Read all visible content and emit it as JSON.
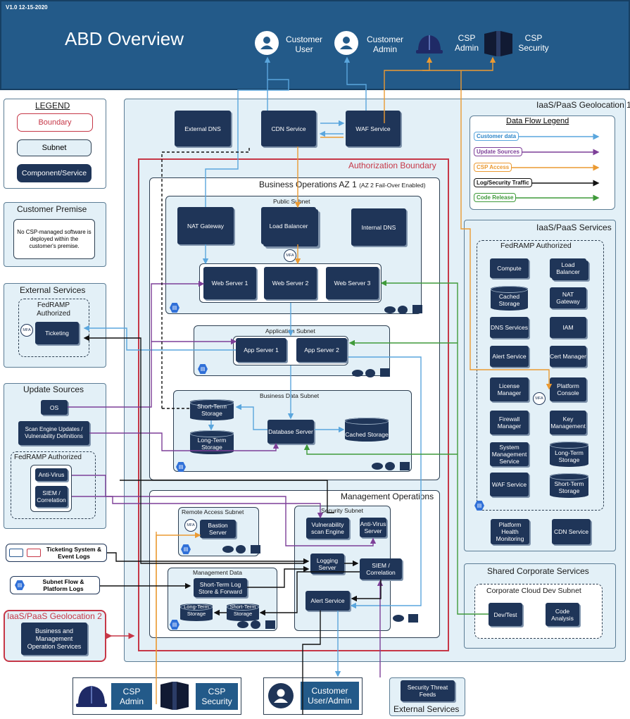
{
  "header": {
    "version": "V1.0 12-15-2020",
    "title": "ABD Overview",
    "actors": [
      {
        "label": "Customer User",
        "icon": "user-icon"
      },
      {
        "label": "Customer Admin",
        "icon": "user-icon"
      },
      {
        "label": "CSP Admin",
        "icon": "hard-hat-icon"
      },
      {
        "label": "CSP Security",
        "icon": "shield-icon"
      }
    ]
  },
  "legend": {
    "title": "LEGEND",
    "boundary": "Boundary",
    "subnet": "Subnet",
    "component": "Component/Service"
  },
  "customer_premise": {
    "title": "Customer Premise",
    "note": "No CSP-managed software is deployed within the customer's premise."
  },
  "external_services": {
    "title": "External Services",
    "fedramp": "FedRAMP Authorized",
    "ticketing": "Ticketing"
  },
  "update_sources": {
    "title": "Update Sources",
    "os": "OS",
    "scan_engine": "Scan Engine Updates / Vulnerability Definitions",
    "fedramp": "FedRAMP Authorized",
    "antivirus": "Anti-Virus",
    "siem": "SIEM / Correlation"
  },
  "side_legends": {
    "ticketing": "Ticketing System & Event Logs",
    "subnet_flow": "Subnet Flow & Platform Logs"
  },
  "geo2": {
    "title": "IaaS/PaaS Geolocation 2",
    "component": "Business and Management Operation Services"
  },
  "geo1": {
    "title": "IaaS/PaaS Geolocation 1",
    "external_dns": "External DNS",
    "cdn": "CDN Service",
    "waf": "WAF Service"
  },
  "data_flow_legend": {
    "title": "Data Flow Legend",
    "items": [
      {
        "label": "Customer data",
        "color": "#5aa6dd"
      },
      {
        "label": "Update Sources",
        "color": "#7d3f98"
      },
      {
        "label": "CSP Access",
        "color": "#eb9a32"
      },
      {
        "label": "Log/Security Traffic",
        "color": "#111111"
      },
      {
        "label": "Code Release",
        "color": "#3f9a3a"
      }
    ]
  },
  "auth_boundary": "Authorization Boundary",
  "business_ops": {
    "title": "Business Operations AZ 1",
    "subtitle": "(AZ 2 Fail-Over Enabled)",
    "public_subnet": "Public Subnet",
    "nat": "NAT Gateway",
    "lb": "Load Balancer",
    "internal_dns": "Internal DNS",
    "web1": "Web Server 1",
    "web2": "Web Server 2",
    "web3": "Web Server 3",
    "app_subnet": "Application Subnet",
    "app1": "App Server 1",
    "app2": "App Server 2",
    "data_subnet": "Business Data Subnet",
    "short_term": "Short-Term Storage",
    "long_term": "Long-Term Storage",
    "database": "Database Server",
    "cached": "Cached Storage"
  },
  "mgmt_ops": {
    "title": "Management Operations",
    "remote_subnet": "Remote Access Subnet",
    "bastion": "Bastion Server",
    "security_subnet": "Security Subnet",
    "vuln": "Vulnerability scan Engine",
    "antivirus": "Anti-Virus Server",
    "logging": "Logging Server",
    "siem": "SIEM / Correlation",
    "alert": "Alert Service",
    "mgmt_data": "Management Data",
    "st_log": "Short-Term Log Store & Forward",
    "long_term": "Long-Term Storage",
    "short_term": "Short-Term Storage"
  },
  "services": {
    "title": "IaaS/PaaS Services",
    "fedramp": "FedRAMP Authorized",
    "items": [
      "Compute",
      "Load Balancer",
      "Cached Storage",
      "NAT Gateway",
      "DNS Services",
      "IAM",
      "Alert Service",
      "Cert Manager",
      "License Manager",
      "Platform Console",
      "Firewall Manager",
      "Key Management",
      "System Management Service",
      "Long-Term Storage",
      "WAF Service",
      "Short-Term Storage"
    ],
    "health": "Platform Health Monitoring",
    "cdn": "CDN Service"
  },
  "shared": {
    "title": "Shared Corporate Services",
    "subnet": "Corporate Cloud Dev Subnet",
    "devtest": "Dev/Test",
    "code_analysis": "Code Analysis"
  },
  "bottom": {
    "csp_admin": "CSP Admin",
    "csp_security": "CSP Security",
    "customer": "Customer User/Admin",
    "threat_feeds": "Security Threat Feeds",
    "external_services": "External Services"
  },
  "mfa": "MFA"
}
